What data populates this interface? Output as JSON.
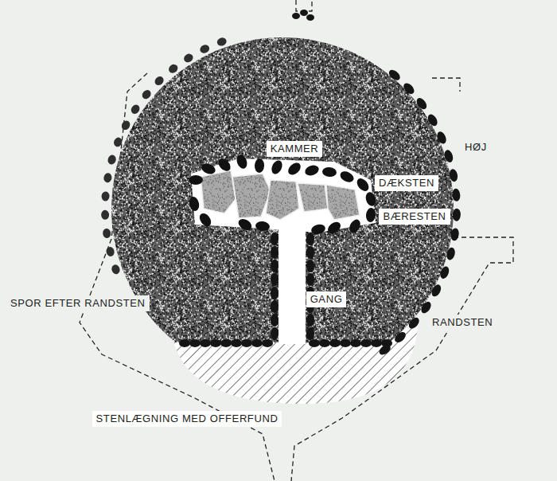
{
  "diagram": {
    "labels": [
      "KAMMER",
      "HØJ",
      "DÆKSTEN",
      "BÆRESTEN",
      "GANG",
      "SPOR EFTER RANDSTEN",
      "RANDSTEN",
      "STENLÆGNING MED OFFERFUND"
    ]
  }
}
